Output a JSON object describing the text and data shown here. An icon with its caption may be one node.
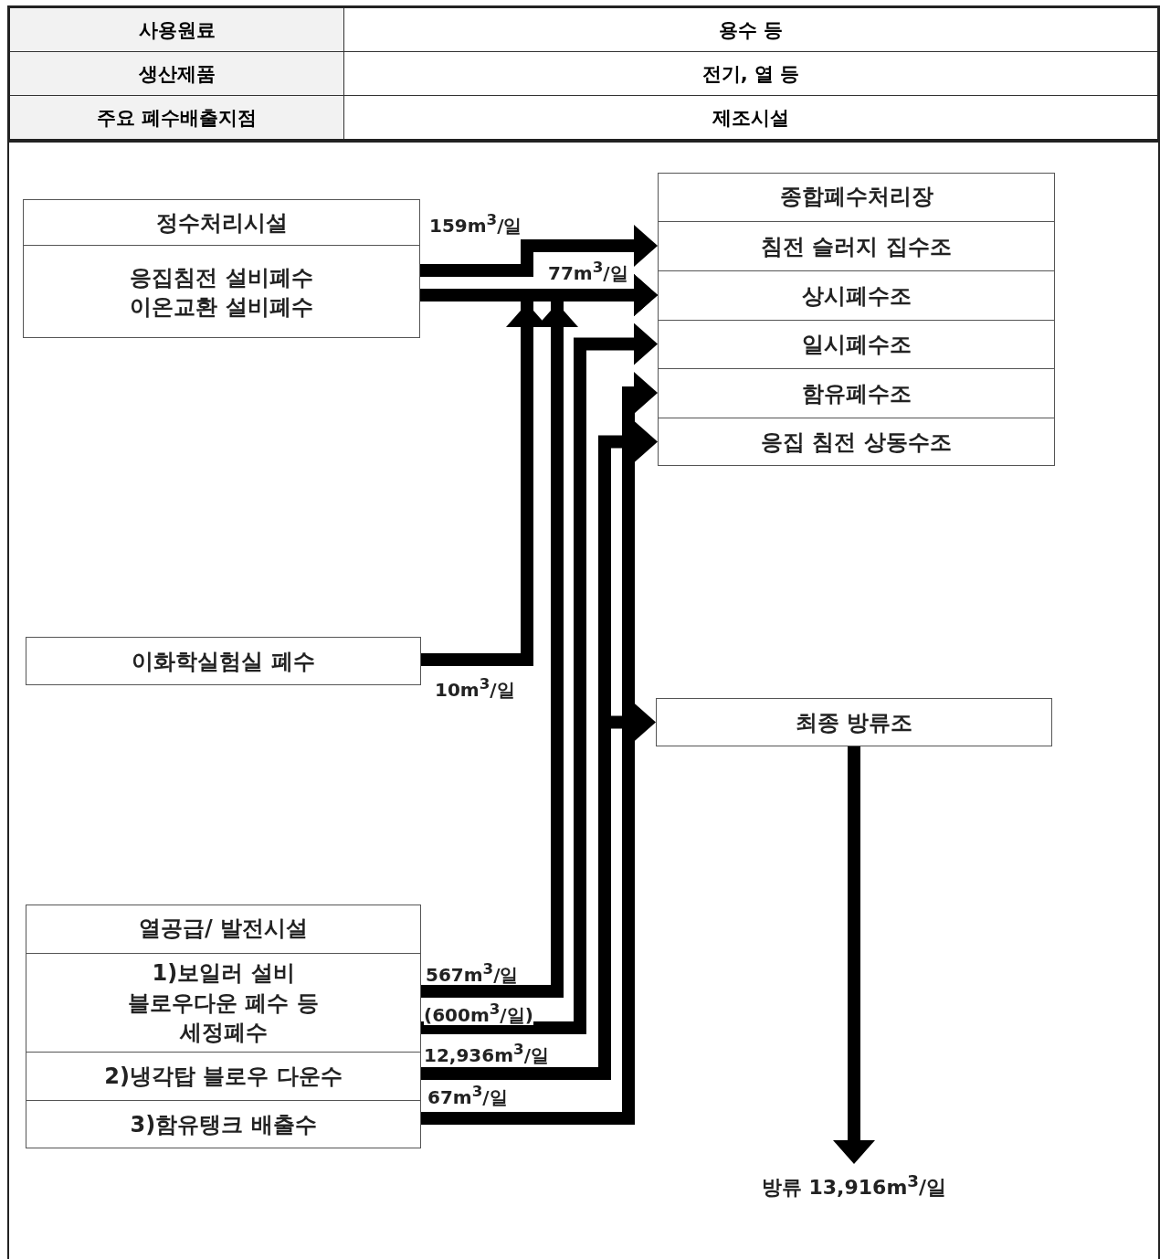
{
  "diagram": {
    "nodes": [
      {
        "text": [
          "정수처리시설"
        ]
      },
      {
        "text": [
          "응집침전 설비폐수 이온교환 설비폐수"
        ],
        "in": 0
      },
      {
        "text": [
          "종합폐수처리장"
        ]
      },
      {
        "text": [
          "침전 슬러지 집수조"
        ],
        "in": 2
      },
      {
        "text": [
          "상시폐수조"
        ],
        "in": 2
      },
      {
        "text": [
          "일시폐수조"
        ],
        "in": 2
      },
      {
        "text": [
          "함유폐수조"
        ],
        "in": 2
      },
      {
        "text": [
          "응집 침전 상동수조"
        ],
        "in": 2
      },
      {
        "text": [
          "이화학실험실 폐수"
        ]
      },
      {
        "text": [
          "최종 방류조"
        ]
      },
      {
        "text": [
          "열공급/ 발전시설"
        ]
      },
      {
        "text": [
          "1)보일러 설비 블로우다운 폐수 등 세정폐수"
        ],
        "in": 10
      },
      {
        "text": [
          "2)냉각탑 블로우 다운수"
        ],
        "in": 10
      },
      {
        "text": [
          "3)함유탱크 배출수"
        ],
        "in": 10
      },
      {
        "text": [
          "방류 13,916m$^{3}$/일"
        ]
      }
    ],
    "edges": [
      {
        "from": 1,
        "to": 3,
        "arrow": "to",
        "label": "159m$^{3}$/일"
      },
      {
        "from": 1,
        "to": 4,
        "arrow": "to",
        "label": "77m$^{3}$/일"
      },
      {
        "from": 8,
        "to": 4,
        "arrow": "to",
        "label": "10m$^{3}$/일"
      },
      {
        "from": 11,
        "to": 4,
        "arrow": "to",
        "label": "567m$^{3}$/일"
      },
      {
        "from": 11,
        "to": 5,
        "arrow": "to",
        "label": "(600m$^{3}$/일)"
      },
      {
        "from": 12,
        "to": 7,
        "arrow": "to",
        "label": "12,936m$^{3}$/일"
      },
      {
        "from": 13,
        "to": 6,
        "arrow": "to",
        "label": "67m$^{3}$/일"
      },
      {
        "from": 12,
        "to": 9,
        "arrow": "to"
      },
      {
        "from": 9,
        "to": 14,
        "arrow": "to"
      }
    ],
    "labels": [
      "사용원료",
      "용수 등",
      "생산제품",
      "전기, 열 등",
      "주요 폐수배출지점",
      "제조시설"
    ]
  }
}
